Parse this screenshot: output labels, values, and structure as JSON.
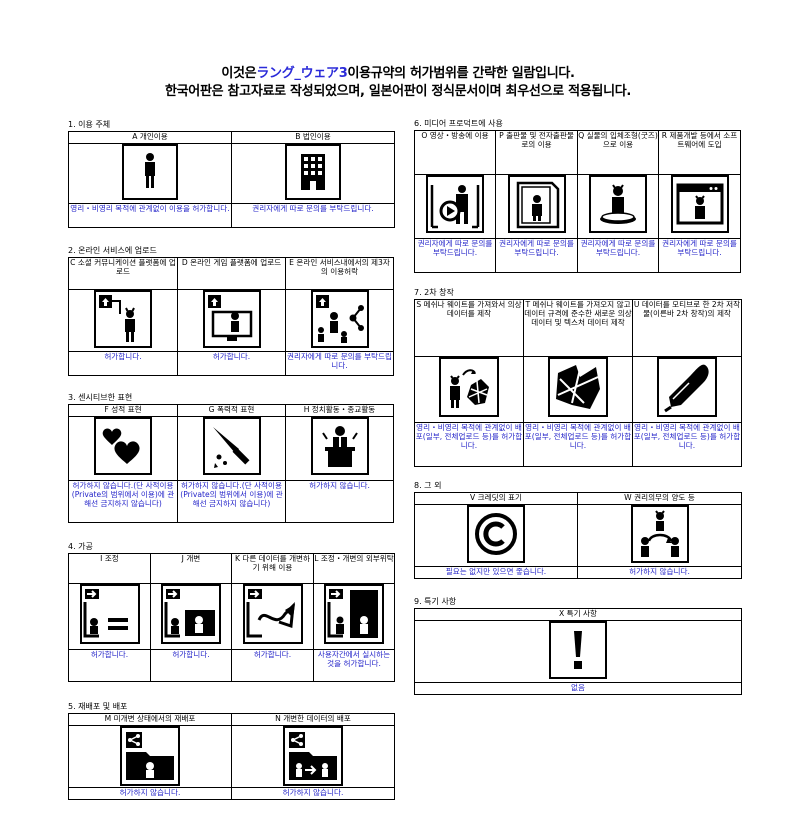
{
  "header": {
    "line1_pre": "이것은",
    "line1_brand": "ラング_ウェア3",
    "line1_post": "이용규약의 허가범위를 간략한 일람입니다.",
    "line2": "한국어판은 참고자료로 작성되었으며, 일본어판이 정식문서이며 최우선으로 적용됩니다."
  },
  "sections": {
    "s1": {
      "title": "1. 이용 주체",
      "cells": [
        {
          "label": "A 개인이용",
          "icon": "person-icon",
          "text": "영리・비영리 목적에 관계없이 이용을 허가합니다."
        },
        {
          "label": "B 법인이용",
          "icon": "building-icon",
          "text": "권리자에게 따로 문의를 부탁드립니다."
        }
      ]
    },
    "s2": {
      "title": "2. 온라인 서비스에 업로드",
      "cells": [
        {
          "label": "C 소셜 커뮤니케이션 플랫폼에 업로드",
          "icon": "upload-person-icon",
          "text": "허가합니다."
        },
        {
          "label": "D 온라인 게임 플랫폼에 업로드",
          "icon": "upload-monitor-icon",
          "text": "허가합니다."
        },
        {
          "label": "E 온라인 서비스내에서의 제3자의 이용허락",
          "icon": "upload-share-icon",
          "text": "권리자에게 따로 문의를 부탁드립니다."
        }
      ]
    },
    "s3": {
      "title": "3. 센시티브한 표현",
      "cells": [
        {
          "label": "F 성적 표현",
          "icon": "hearts-icon",
          "text": "허가하지 않습니다.(단 사적이용(Private의 범위에서 이용)에 관해선 금지하지 않습니다)"
        },
        {
          "label": "G 폭력적 표현",
          "icon": "knife-icon",
          "text": "허가하지 않습니다.(단 사적이용(Private의 범위에서 이용)에 관해선 금지하지 않습니다)"
        },
        {
          "label": "H 정치활동・종교활동",
          "icon": "podium-icon",
          "text": "허가하지 않습니다."
        }
      ]
    },
    "s4": {
      "title": "4. 가공",
      "cells": [
        {
          "label": "I 조정",
          "icon": "adjust-icon",
          "text": "허가합니다."
        },
        {
          "label": "J 개변",
          "icon": "modify-icon",
          "text": "허가합니다."
        },
        {
          "label": "K 다른 데이터를 개변하기 위해 이용",
          "icon": "modify-other-icon",
          "text": "허가합니다."
        },
        {
          "label": "L 조정・개변의 외부위탁",
          "icon": "outsourcing-icon",
          "text": "사용자간에서 실시하는 것을 허가합니다."
        }
      ]
    },
    "s5": {
      "title": "5. 재배포 및 배포",
      "cells": [
        {
          "label": "M 미개변 상태에서의 재배포",
          "icon": "redistribute-folder-icon",
          "text": "허가하지 않습니다."
        },
        {
          "label": "N 개변한 데이터의 배포",
          "icon": "distribute-modified-icon",
          "text": "허가하지 않습니다."
        }
      ]
    },
    "s6": {
      "title": "6. 미디어 프로덕트에 사용",
      "cells": [
        {
          "label": "O 영상・방송에 이용",
          "icon": "video-icon",
          "text": "권리자에게 따로 문의를 부탁드립니다."
        },
        {
          "label": "P 출판물 및 전자출판물로의 이용",
          "icon": "publication-icon",
          "text": "권리자에게 따로 문의를 부탁드립니다."
        },
        {
          "label": "Q 실물의 입체조형(굿즈)으로 이용",
          "icon": "figure-icon",
          "text": "권리자에게 따로 문의를 부탁드립니다."
        },
        {
          "label": "R 제품개발 등에서 소프트웨어에 도입",
          "icon": "software-window-icon",
          "text": "권리자에게 따로 문의를 부탁드립니다."
        }
      ]
    },
    "s7": {
      "title": "7. 2차 창작",
      "cells": [
        {
          "label": "S 메쉬나 웨이트를 가져와서 의상 데이터를 제작",
          "icon": "mesh-costume-icon",
          "text": "영리・비영리 목적에 관계없이 배포(일부, 전체업로드 등)를 허가합니다."
        },
        {
          "label": "T 메쉬나 웨이트를 가져오지 않고 데이터 규격에 준수한 새로운 의상 데이터 및 텍스처 데이터 제작",
          "icon": "new-costume-icon",
          "text": "영리・비영리 목적에 관계없이 배포(일부, 전체업로드 등)를 허가합니다."
        },
        {
          "label": "U 데이터를 모티브로 한 2차 저작물(이른바 2차 창작)의 제작",
          "icon": "pen-icon",
          "text": "영리・비영리 목적에 관계없이 배포(일부, 전체업로드 등)를 허가합니다."
        }
      ]
    },
    "s8": {
      "title": "8. 그 외",
      "cells": [
        {
          "label": "V 크레딧의 표기",
          "icon": "copyright-icon",
          "text": "필요는 없지만 있으면 좋습니다."
        },
        {
          "label": "W 권리의무의 양도 등",
          "icon": "transfer-icon",
          "text": "허가하지 않습니다."
        }
      ]
    },
    "s9": {
      "title": "9. 특기 사항",
      "cells": [
        {
          "label": "X 특기 사항",
          "icon": "exclamation-icon",
          "text": "없음"
        }
      ]
    }
  }
}
